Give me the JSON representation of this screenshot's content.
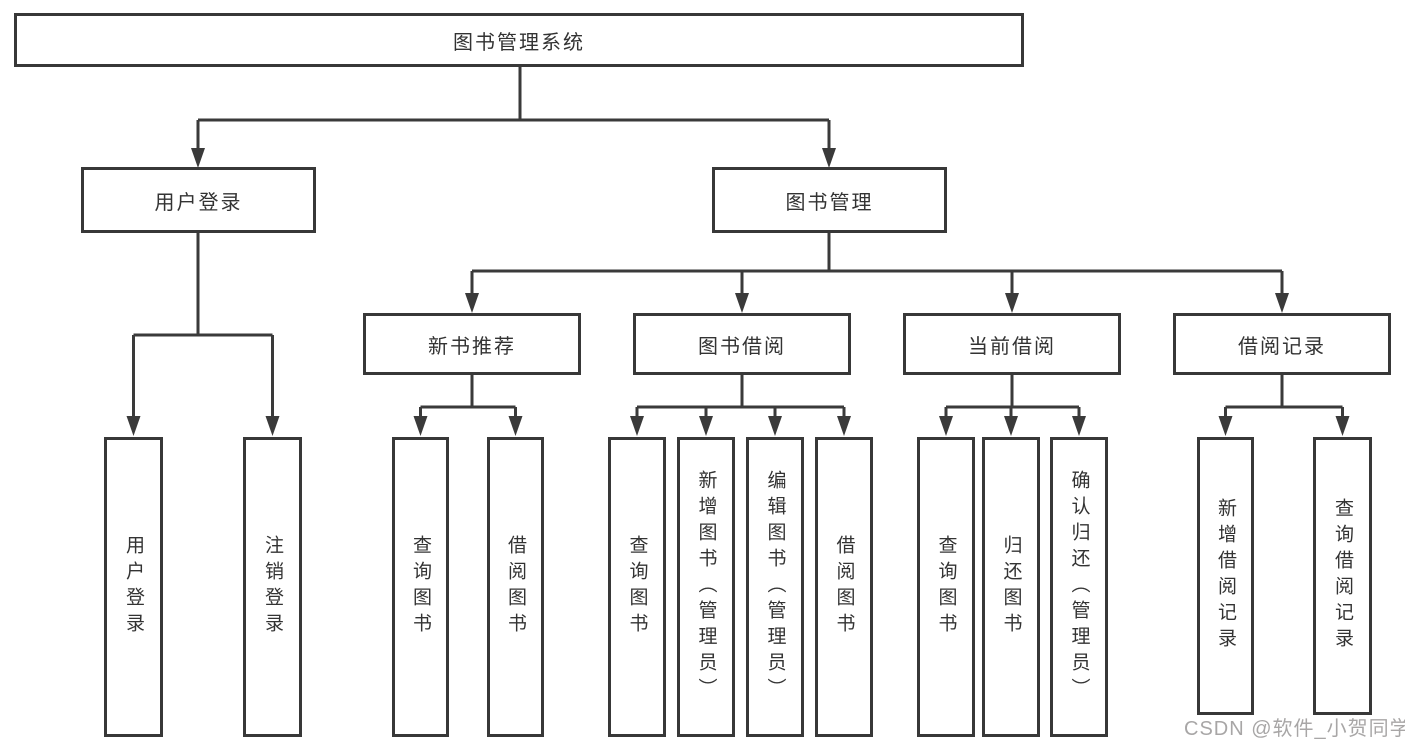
{
  "diagram": {
    "root": {
      "label": "图书管理系统"
    },
    "branches": [
      {
        "label": "用户登录",
        "children": [
          {
            "label": "用户登录"
          },
          {
            "label": "注销登录"
          }
        ]
      },
      {
        "label": "图书管理",
        "children": [
          {
            "label": "新书推荐",
            "children": [
              {
                "label": "查询图书"
              },
              {
                "label": "借阅图书"
              }
            ]
          },
          {
            "label": "图书借阅",
            "children": [
              {
                "label": "查询图书"
              },
              {
                "label": "新增图书（管理员）"
              },
              {
                "label": "编辑图书（管理员）"
              },
              {
                "label": "借阅图书"
              }
            ]
          },
          {
            "label": "当前借阅",
            "children": [
              {
                "label": "查询图书"
              },
              {
                "label": "归还图书"
              },
              {
                "label": "确认归还（管理员）"
              }
            ]
          },
          {
            "label": "借阅记录",
            "children": [
              {
                "label": "新增借阅记录"
              },
              {
                "label": "查询借阅记录"
              }
            ]
          }
        ]
      }
    ]
  },
  "watermark": {
    "text": "CSDN @软件_小贺同学"
  },
  "colors": {
    "line": "#3a3a3a",
    "box_border": "#383838",
    "text": "#333333",
    "watermark": "#999696",
    "background": "#ffffff"
  }
}
